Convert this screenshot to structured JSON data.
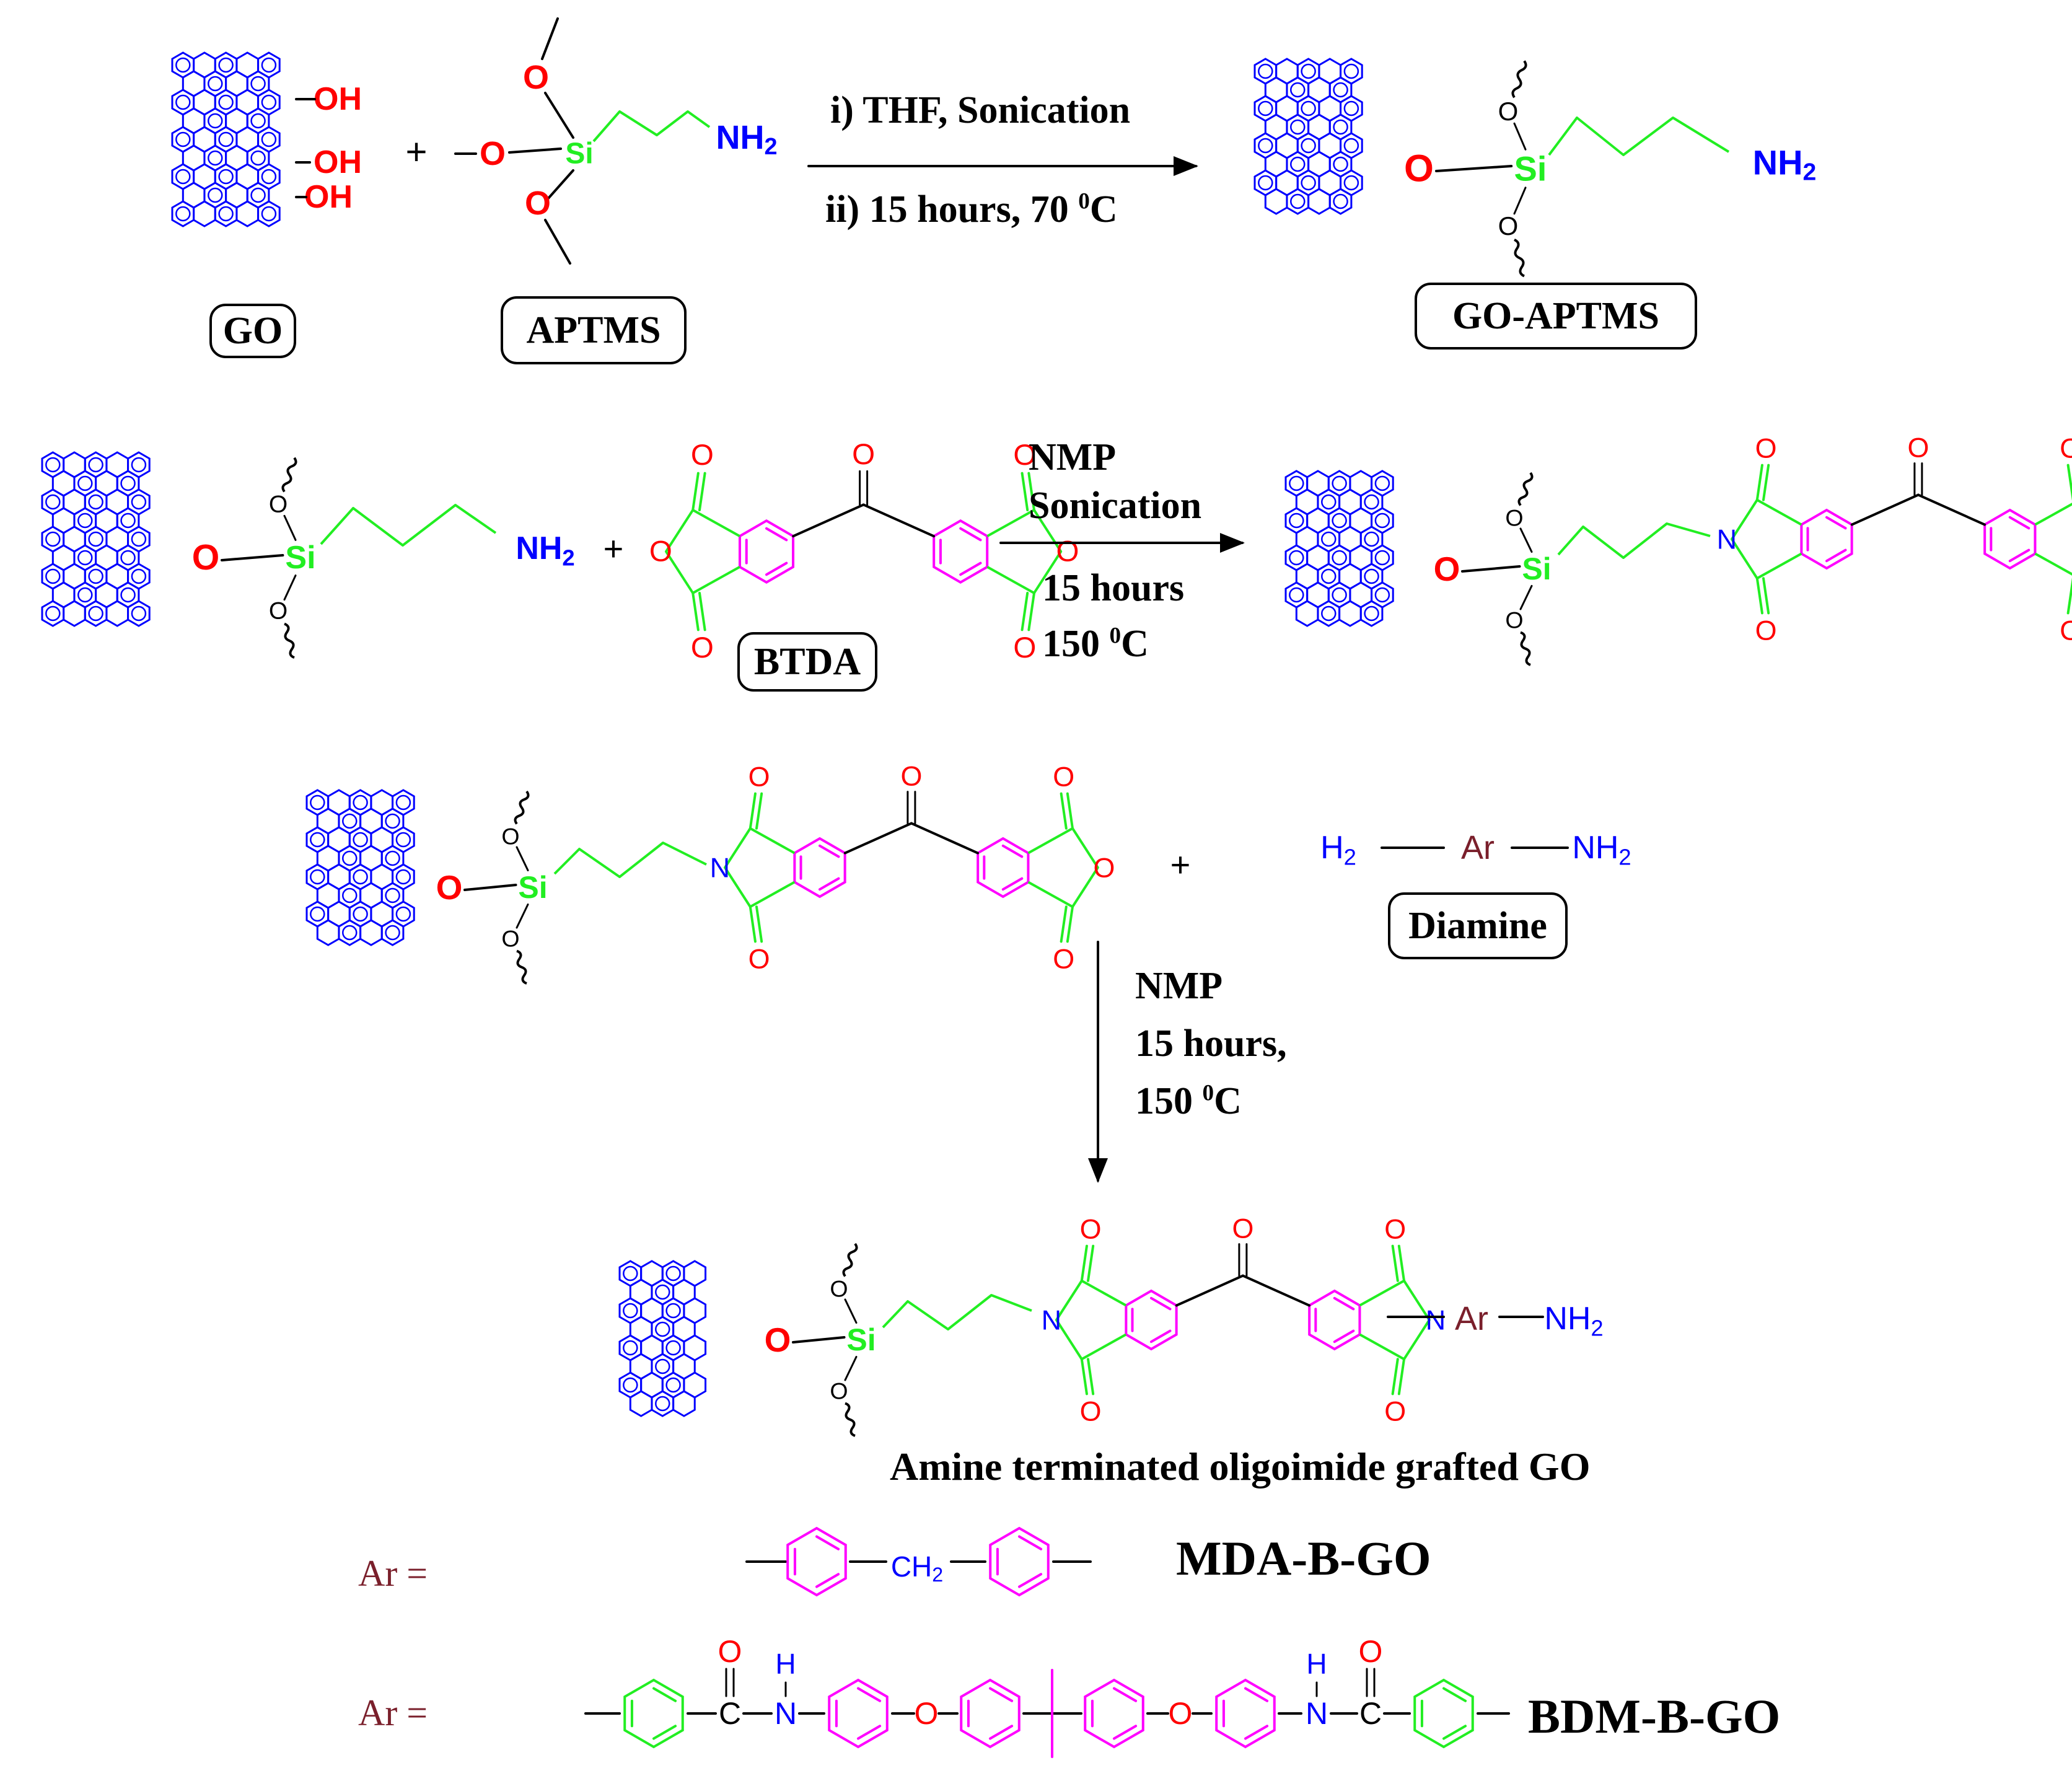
{
  "labels": {
    "go": "GO",
    "aptms": "APTMS",
    "go_aptms": "GO-APTMS",
    "btda": "BTDA",
    "diamine": "Diamine",
    "product": "Amine terminated  oligoimide grafted GO",
    "mda": "MDA-B-GO",
    "bdm": "BDM-B-GO",
    "ar_eq_1": "Ar =",
    "ar_eq_2": "Ar ="
  },
  "conditions": {
    "step1_line1": "i) THF, Sonication",
    "step1_line2_pre": "ii) 15 hours, 70 ",
    "step1_line2_sup": "0",
    "step1_line2_post": "C",
    "step2_line1": "NMP",
    "step2_line2": "Sonication",
    "step2_line3": "15 hours",
    "step2_line4_pre": "150 ",
    "step2_line4_sup": "0",
    "step2_line4_post": "C",
    "step3_line1": "NMP",
    "step3_line2": "15 hours,",
    "step3_line3_pre": "150 ",
    "step3_line3_sup": "0",
    "step3_line3_post": "C"
  },
  "atoms": {
    "oh": "OH",
    "o": "O",
    "si": "Si",
    "nh2": "NH",
    "n": "N",
    "ar": "Ar",
    "h2n": "H",
    "ch2": "CH",
    "c": "C",
    "h": "H",
    "sub2": "2",
    "plus": "+"
  },
  "colors": {
    "graphene": "#0000ff",
    "oxygen": "#ff0000",
    "silicon": "#22ee22",
    "chain": "#22ee22",
    "ring": "#ff00ff",
    "nitrogen": "#0000ff",
    "ar": "#7a1f2b",
    "bond": "#000000"
  }
}
